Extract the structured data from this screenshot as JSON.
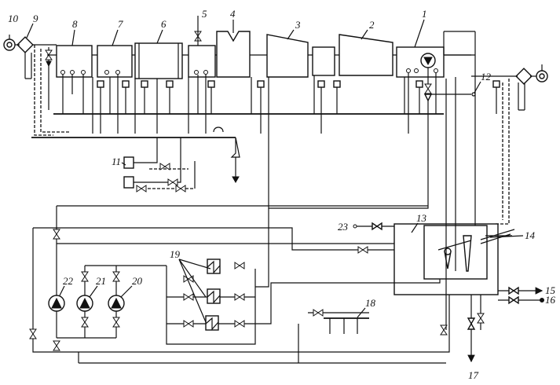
{
  "diagram": {
    "callouts": {
      "n1": "1",
      "n2": "2",
      "n3": "3",
      "n4": "4",
      "n5": "5",
      "n6": "6",
      "n7": "7",
      "n8": "8",
      "n9": "9",
      "n10": "10",
      "n11": "11",
      "n12": "12",
      "n13": "13",
      "n14": "14",
      "n15": "15",
      "n16": "16",
      "n17": "17",
      "n18": "18",
      "n19": "19",
      "n20": "20",
      "n21": "21",
      "n22": "22",
      "n23": "23"
    }
  }
}
